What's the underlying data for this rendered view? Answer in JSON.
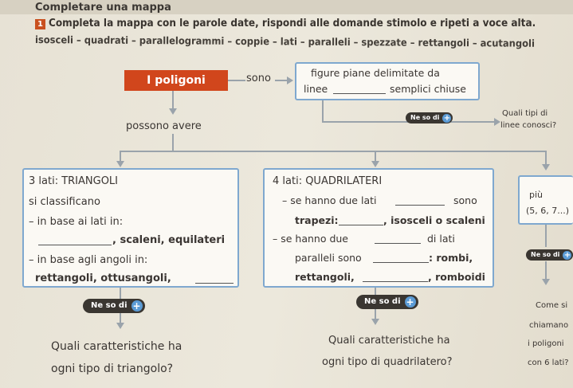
{
  "section_title": "Completare una mappa",
  "instruction": {
    "number": "1",
    "text": "Completa la mappa con le parole date, rispondi alle domande stimolo e ripeti a voce alta."
  },
  "word_bank": "isosceli – quadrati – parallelogrammi – coppie – lati – paralleli – spezzate – rettangoli – acutangoli",
  "map": {
    "root": "I poligoni",
    "verb_sono": "sono",
    "def_line1": "figure piane delimitate da",
    "def_line2_a": "linee",
    "def_line2_b": "semplici chiuse",
    "possono": "possono avere",
    "side_question_lines": [
      "Quali tipi di",
      "linee conosci?"
    ],
    "triangles": {
      "title": "3 lati: TRIANGOLI",
      "l1": "si classificano",
      "l2": "– in base ai lati in:",
      "l3": ", scaleni, equilateri",
      "l4": "– in base agli angoli in:",
      "l5": "rettangoli, ottusangoli,"
    },
    "quads": {
      "title": "4 lati: QUADRILATERI",
      "l1a": "– se hanno due lati",
      "l1b": "sono",
      "l2a": "trapezi:",
      "l2b": ", isosceli o scaleni",
      "l3a": "– se hanno due",
      "l3b": "di lati",
      "l4a": "paralleli sono",
      "l4b": ": rombi,",
      "l5a": "rettangoli,",
      "l5b": ", romboidi"
    },
    "more": {
      "label": "più",
      "value": "(5, 6, 7...)"
    },
    "help_label": "Ne so di",
    "help_plus": "+",
    "q_triangles": [
      "Quali caratteristiche ha",
      "ogni tipo di triangolo?"
    ],
    "q_quads": [
      "Quali caratteristiche ha",
      "ogni tipo di quadrilatero?"
    ],
    "q_side": [
      "Come si",
      "chiamano",
      "i poligoni",
      "con 6 lati?"
    ]
  }
}
